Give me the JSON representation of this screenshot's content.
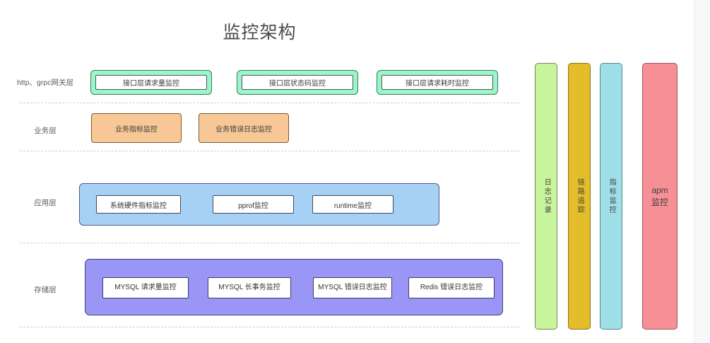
{
  "title": "监控架构",
  "layers": [
    {
      "id": "gateway",
      "label": "http、grpc网关层"
    },
    {
      "id": "business",
      "label": "业务层"
    },
    {
      "id": "application",
      "label": "应用层"
    },
    {
      "id": "storage",
      "label": "存储层"
    }
  ],
  "gateway_items": [
    {
      "label": "接口层请求量监控"
    },
    {
      "label": "接口层状态码监控"
    },
    {
      "label": "接口层请求耗时监控"
    }
  ],
  "business_items": [
    {
      "label": "业务指标监控"
    },
    {
      "label": "业务错误日志监控"
    }
  ],
  "application_items": [
    {
      "label": "系统硬件指标监控"
    },
    {
      "label": "pprof监控"
    },
    {
      "label": "runtime监控"
    }
  ],
  "storage_items": [
    {
      "label": "MYSQL 请求量监控"
    },
    {
      "label": "MYSQL 长事务监控"
    },
    {
      "label": "MYSQL 错误日志监控"
    },
    {
      "label": "Redis 错误日志监控"
    }
  ],
  "pillars": [
    {
      "label": "日志记录",
      "fill": "#c8f49b",
      "stroke": "#6f8a5a"
    },
    {
      "label": "链路追踪",
      "fill": "#e3bd2a",
      "stroke": "#8d7118"
    },
    {
      "label": "指标监控",
      "fill": "#9fe0e8",
      "stroke": "#4e8790"
    },
    {
      "label": "apm\n监控",
      "fill": "#f79096",
      "stroke": "#9c545c"
    }
  ],
  "colors": {
    "gateway_fill": "#9cf5c8",
    "gateway_stroke": "#2f7f5f",
    "business_fill": "#f7c896",
    "business_stroke": "#7a5a38",
    "application_fill": "#a6d1f5",
    "application_stroke": "#4a5f86",
    "storage_fill": "#9a96f5",
    "storage_stroke": "#454172",
    "background": "#ffffff",
    "separator": "#cfcfcf",
    "title_text": "#4a4a4a"
  }
}
